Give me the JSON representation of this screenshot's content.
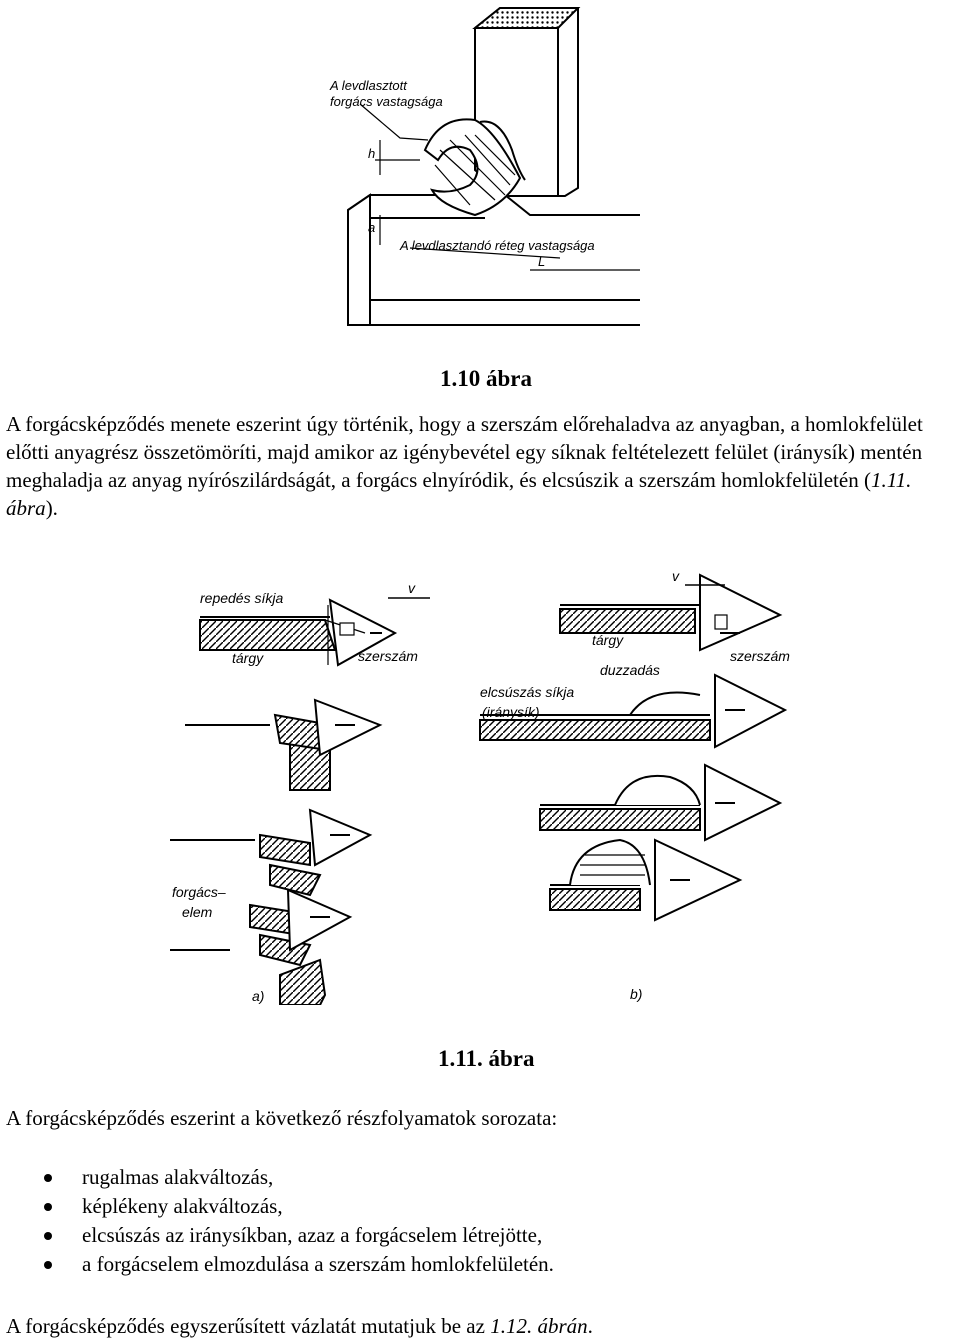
{
  "figure1": {
    "caption": "1.10 ábra",
    "label_chip_thickness_1": "A levdlasztott",
    "label_chip_thickness_2": "forgács vastagsága",
    "label_layer_thickness": "A levdlasztandó réteg vastagsága",
    "label_h": "h",
    "label_a": "a",
    "label_length": "L"
  },
  "paragraph1": {
    "text_before_ref": "A forgácsképződés menete eszerint úgy történik, hogy a szerszám előrehaladva az anyagban, a homlokfelület előtti anyagrész összetömöríti, majd amikor az igénybevétel egy síknak feltételezett felület (iránysík) mentén meghaladja az anyag nyírószilárdságát, a forgács elnyíródik, és elcsúszik a szerszám homlokfelületén (",
    "ref": "1.11. ábra",
    "text_after_ref": ")."
  },
  "figure2": {
    "caption": "1.11. ábra",
    "a_labels": {
      "crack_plane": "repedés síkja",
      "velocity": "v",
      "workpiece": "tárgy",
      "tool": "szerszám",
      "chip_element_1": "forgács–",
      "chip_element_2": "elem",
      "panel": "a)"
    },
    "b_labels": {
      "velocity": "v",
      "workpiece": "tárgy",
      "tool": "szerszám",
      "bulge": "duzzadás",
      "slip_plane_1": "elcsúszás síkja",
      "slip_plane_2": "(iránysík)",
      "panel": "b)"
    }
  },
  "paragraph2": {
    "text": "A forgácsképződés eszerint a következő részfolyamatok sorozata:"
  },
  "bullets": [
    "rugalmas alakváltozás,",
    "képlékeny alakváltozás,",
    "elcsúszás az iránysíkban, azaz a forgácselem létrejötte,",
    "a forgácselem elmozdulása a szerszám homlokfelületén."
  ],
  "paragraph3": {
    "text_before_ref": "A forgácsképződés egyszerűsített vázlatát mutatjuk be az ",
    "ref": "1.12. ábrán",
    "text_after_ref": "."
  }
}
